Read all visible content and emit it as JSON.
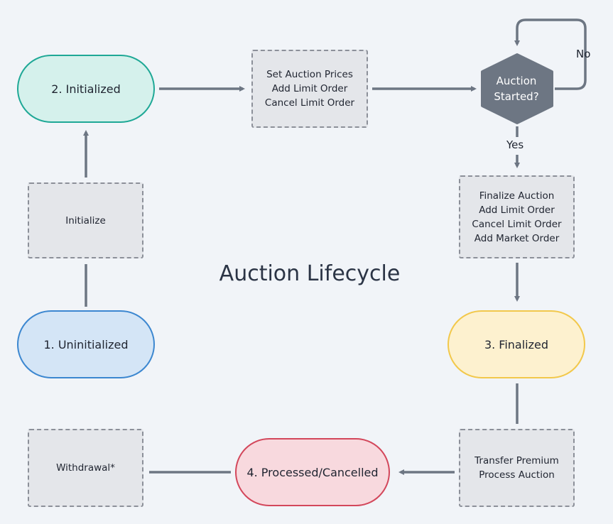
{
  "title": "Auction Lifecycle",
  "states": {
    "initialized": "2.  Initialized",
    "uninitialized": "1. Uninitialized",
    "finalized": "3.  Finalized",
    "processed": "4.  Processed/Cancelled"
  },
  "actions": {
    "initialize": [
      "Initialize"
    ],
    "pre_start": [
      "Set Auction Prices",
      "Add Limit Order",
      "Cancel Limit Order"
    ],
    "post_start": [
      "Finalize Auction",
      "Add Limit Order",
      "Cancel Limit Order",
      "Add Market Order"
    ],
    "settle": [
      "Transfer Premium",
      "Process Auction"
    ],
    "withdraw": [
      "Withdrawal*"
    ]
  },
  "decision": {
    "line1": "Auction",
    "line2": "Started?",
    "no_label": "No",
    "yes_label": "Yes"
  },
  "colors": {
    "uninitialized_fill": "#d4e5f6",
    "uninitialized_stroke": "#3c87d0",
    "initialized_fill": "#d5f1ec",
    "initialized_stroke": "#1fa896",
    "finalized_fill": "#fdf1cf",
    "finalized_stroke": "#f2c84b",
    "processed_fill": "#f8d9de",
    "processed_stroke": "#d3475b",
    "decision_fill": "#6d7683",
    "arrow": "#6d7683"
  }
}
